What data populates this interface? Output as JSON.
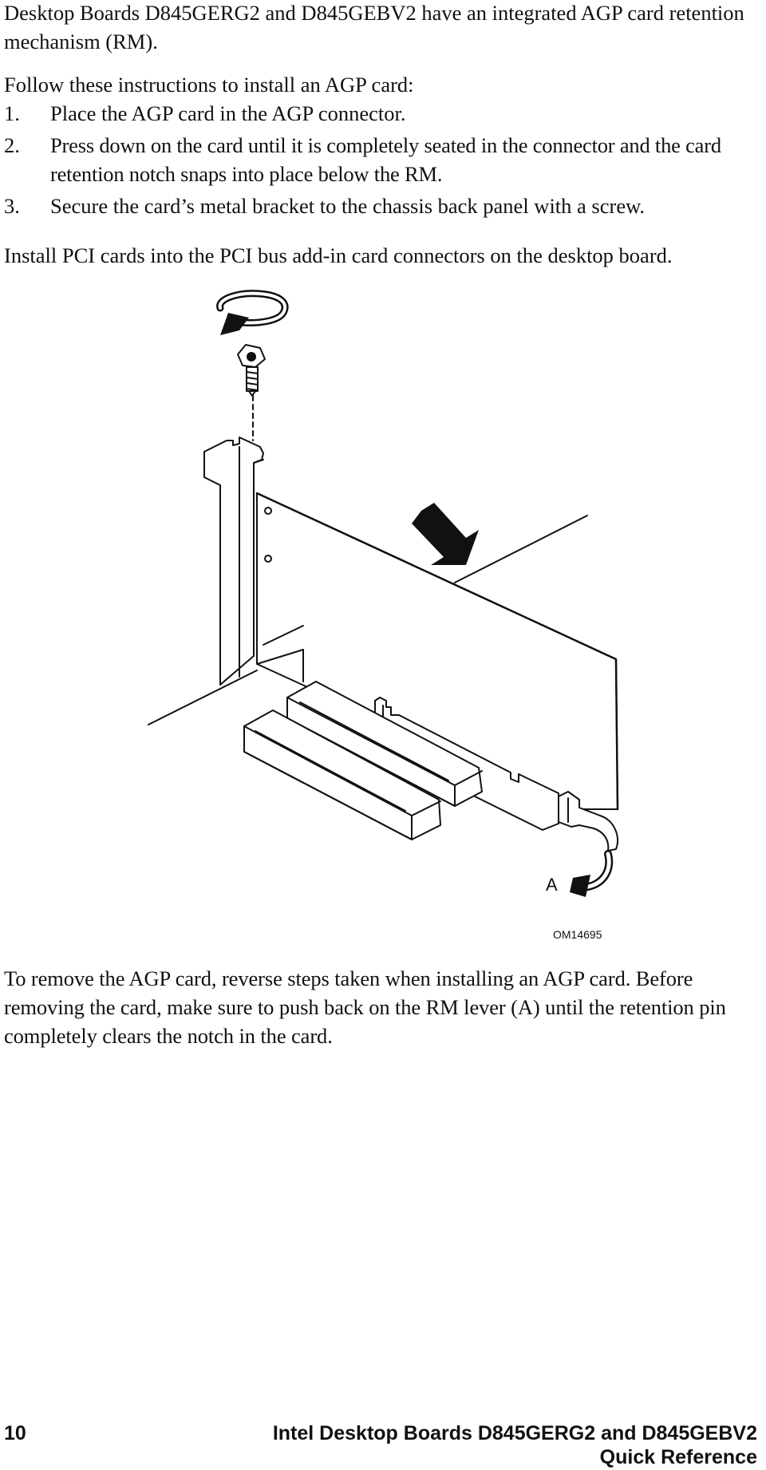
{
  "intro": "Desktop Boards D845GERG2 and D845GEBV2 have an integrated AGP card retention mechanism (RM).",
  "instructions_lead": "Follow these instructions to install an AGP card:",
  "steps": [
    {
      "num": "1.",
      "text": "Place the AGP card in the AGP connector."
    },
    {
      "num": "2.",
      "text": "Press down on the card until it is completely seated in the connector and the card retention notch snaps into place below the RM."
    },
    {
      "num": "3.",
      "text": "Secure the card’s metal bracket to the chassis back panel with a screw."
    }
  ],
  "pci_note": "Install PCI cards into the PCI bus add-in card connectors on the desktop board.",
  "figure": {
    "callout_label": "A",
    "figure_id": "OM14695"
  },
  "removal_text": "To remove the AGP card, reverse steps taken when installing an AGP card. Before removing the card, make sure to push back on the RM lever (A) until the retention pin completely clears the notch in the card.",
  "footer": {
    "page_number": "10",
    "title_line1": "Intel Desktop Boards D845GERG2 and D845GEBV2",
    "title_line2": "Quick Reference"
  }
}
